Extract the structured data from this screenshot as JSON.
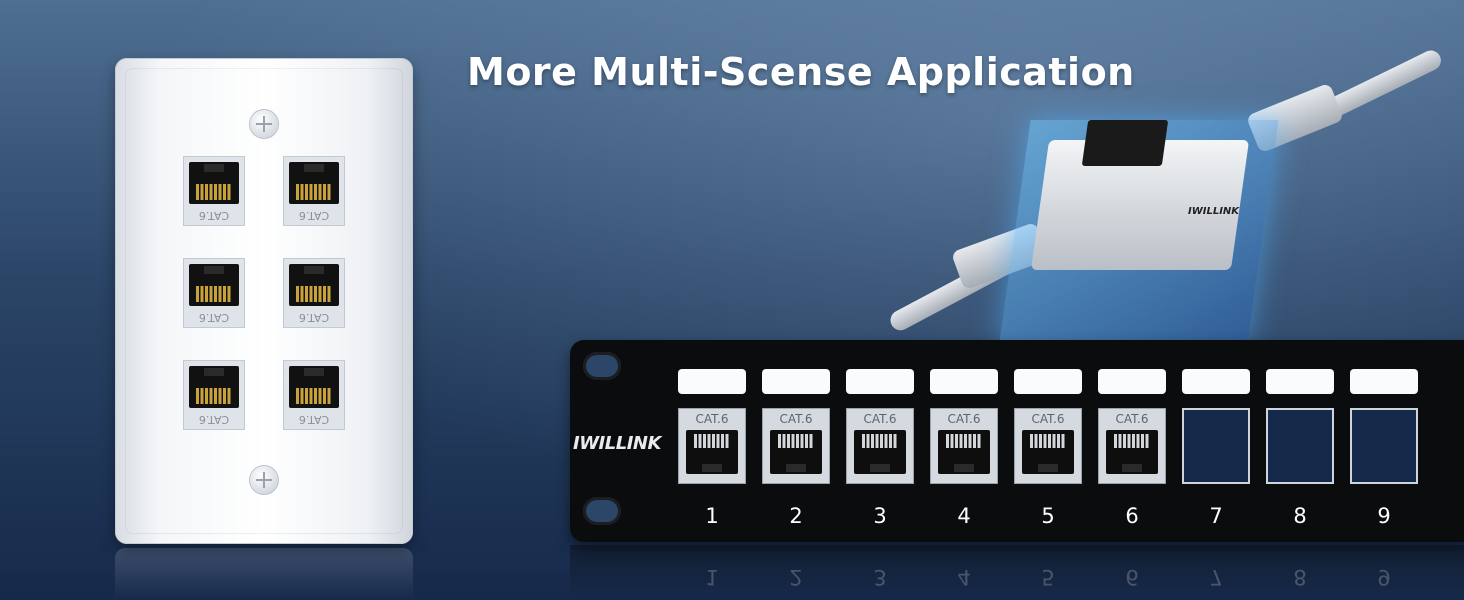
{
  "headline": "More Multi-Scense Application",
  "brand": "IWILLINK",
  "wall_plate": {
    "port_label": "CAT.6",
    "port_count": 6
  },
  "patch_panel": {
    "port_label": "CAT.6",
    "port_numbers": [
      "1",
      "2",
      "3",
      "4",
      "5",
      "6",
      "7",
      "8",
      "9"
    ],
    "filled_ports": 6
  }
}
